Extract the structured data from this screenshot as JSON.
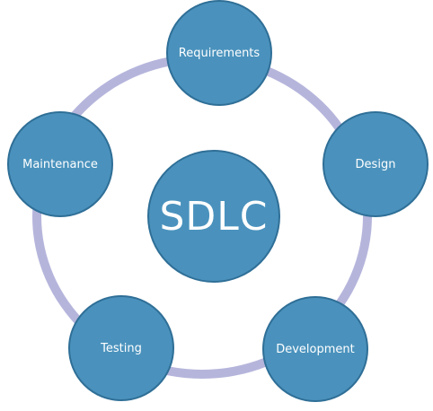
{
  "diagram": {
    "center_label": "SDLC",
    "stages": [
      {
        "label": "Requirements"
      },
      {
        "label": "Design"
      },
      {
        "label": "Development"
      },
      {
        "label": "Testing"
      },
      {
        "label": "Maintenance"
      }
    ]
  },
  "colors": {
    "node_fill": "#4a92bd",
    "node_border": "#2f6f97",
    "ring": "#b5b5dc",
    "text": "#ffffff"
  }
}
